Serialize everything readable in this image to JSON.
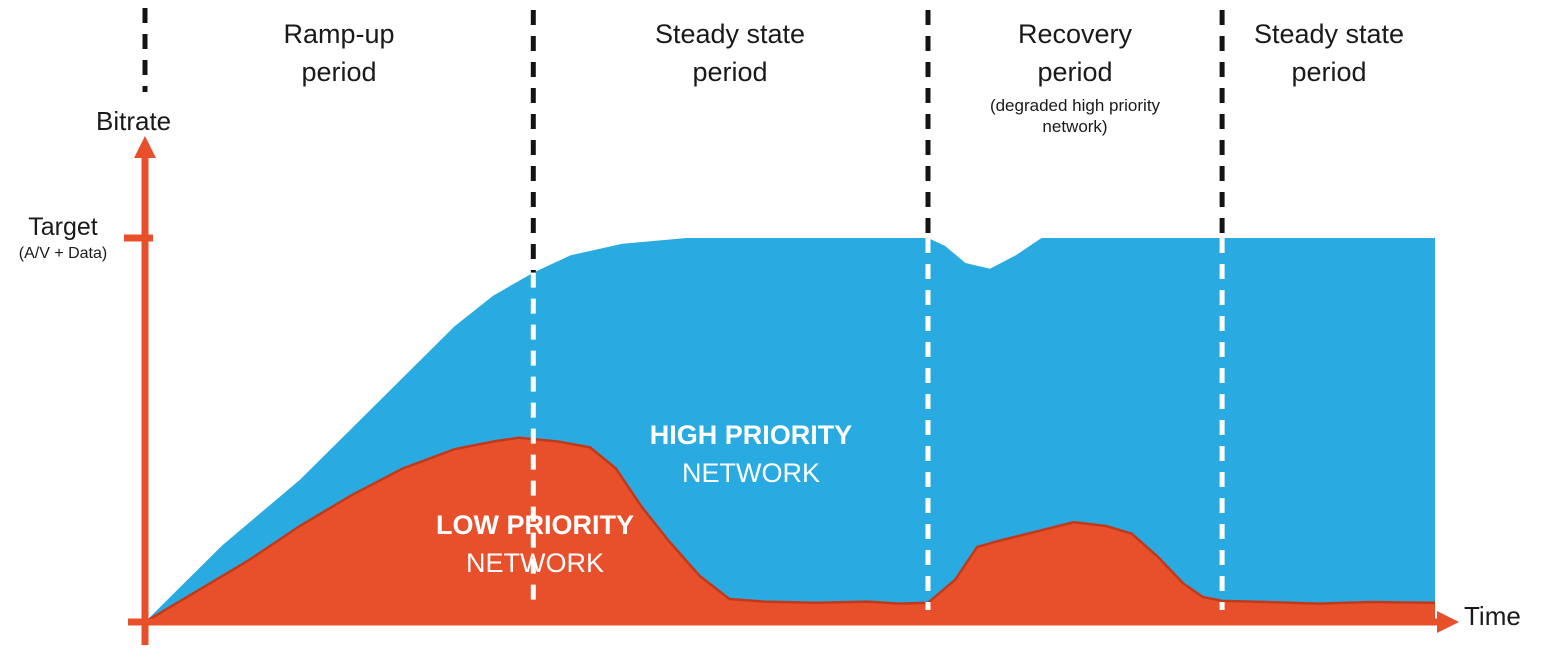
{
  "colors": {
    "high_priority_blue": "#29ABE2",
    "low_priority_orange": "#E8502B",
    "low_priority_edge": "#C2391A",
    "axis_orange": "#E8502B",
    "divider_black": "#141414",
    "divider_white": "#FFFFFF",
    "label_dark": "#1A1A1A",
    "label_white": "#FFFFFF"
  },
  "axes": {
    "y_label": "Bitrate",
    "x_label": "Time",
    "target_label": "Target",
    "target_sublabel": "(A/V + Data)"
  },
  "area_labels": {
    "high_line1": "HIGH PRIORITY",
    "high_line2": "NETWORK",
    "low_line1": "LOW PRIORITY",
    "low_line2": "NETWORK"
  },
  "chart_data": {
    "type": "area",
    "title": "",
    "xlabel": "Time",
    "ylabel": "Bitrate",
    "xlim": [
      0,
      100
    ],
    "ylim": [
      0,
      1.17
    ],
    "y_reference": {
      "label": "Target",
      "sublabel": "(A/V + Data)",
      "value": 1.0
    },
    "y_value_definition": "1.0 = Target (A/V + Data) bitrate",
    "grid": false,
    "legend": "labels drawn inside areas",
    "periods": [
      {
        "line1": "Ramp-up",
        "line2": "period",
        "sublabel": "",
        "label": "Ramp-up period",
        "t_start": 0,
        "t_end": 30.1
      },
      {
        "line1": "Steady state",
        "line2": "period",
        "sublabel": "",
        "label": "Steady state period",
        "t_start": 30.1,
        "t_end": 60.7
      },
      {
        "line1": "Recovery",
        "line2": "period",
        "sublabel": "(degraded high priority network)",
        "label": "Recovery period (degraded high priority network)",
        "t_start": 60.7,
        "t_end": 83.5
      },
      {
        "line1": "Steady state",
        "line2": "period",
        "sublabel": "",
        "label": "Steady state period",
        "t_start": 83.5,
        "t_end": 100
      }
    ],
    "series": [
      {
        "name": "HIGH PRIORITY NETWORK",
        "meaning": "upper boundary of blue area = total bitrate (high + low priority), reaches target in steady state, small dip at start of recovery period",
        "color": "#29ABE2",
        "points": [
          [
            0,
            0
          ],
          [
            6,
            0.2
          ],
          [
            12,
            0.37
          ],
          [
            18,
            0.57
          ],
          [
            24,
            0.77
          ],
          [
            27,
            0.85
          ],
          [
            30.1,
            0.91
          ],
          [
            33,
            0.955
          ],
          [
            37,
            0.985
          ],
          [
            42,
            1
          ],
          [
            60.7,
            1
          ],
          [
            62,
            0.98
          ],
          [
            63.6,
            0.935
          ],
          [
            65.5,
            0.92
          ],
          [
            67.5,
            0.955
          ],
          [
            69.5,
            1
          ],
          [
            100,
            1
          ]
        ]
      },
      {
        "name": "LOW PRIORITY NETWORK",
        "meaning": "orange bottom band: rises during ramp-up to ~0.48 of target, falls to ~0.05 in steady state, secondary bump to ~0.26 during recovery period, then back to ~0.05",
        "color": "#E8502B",
        "edge_color": "#C2391A",
        "points": [
          [
            0,
            0
          ],
          [
            4,
            0.08
          ],
          [
            8,
            0.16
          ],
          [
            12,
            0.25
          ],
          [
            16,
            0.33
          ],
          [
            20,
            0.4
          ],
          [
            24,
            0.45
          ],
          [
            27,
            0.47
          ],
          [
            29,
            0.48
          ],
          [
            32,
            0.47
          ],
          [
            34.5,
            0.455
          ],
          [
            36.5,
            0.4
          ],
          [
            38.5,
            0.3
          ],
          [
            40.5,
            0.215
          ],
          [
            43,
            0.12
          ],
          [
            45.3,
            0.06
          ],
          [
            48,
            0.053
          ],
          [
            52,
            0.05
          ],
          [
            56,
            0.053
          ],
          [
            58.5,
            0.048
          ],
          [
            60.7,
            0.05
          ],
          [
            62.8,
            0.11
          ],
          [
            64.5,
            0.195
          ],
          [
            66,
            0.21
          ],
          [
            69,
            0.235
          ],
          [
            72,
            0.26
          ],
          [
            74.5,
            0.25
          ],
          [
            76.5,
            0.23
          ],
          [
            78.5,
            0.17
          ],
          [
            80.5,
            0.1
          ],
          [
            82,
            0.065
          ],
          [
            83.5,
            0.055
          ],
          [
            87,
            0.052
          ],
          [
            91,
            0.048
          ],
          [
            95,
            0.052
          ],
          [
            100,
            0.05
          ]
        ]
      }
    ]
  }
}
